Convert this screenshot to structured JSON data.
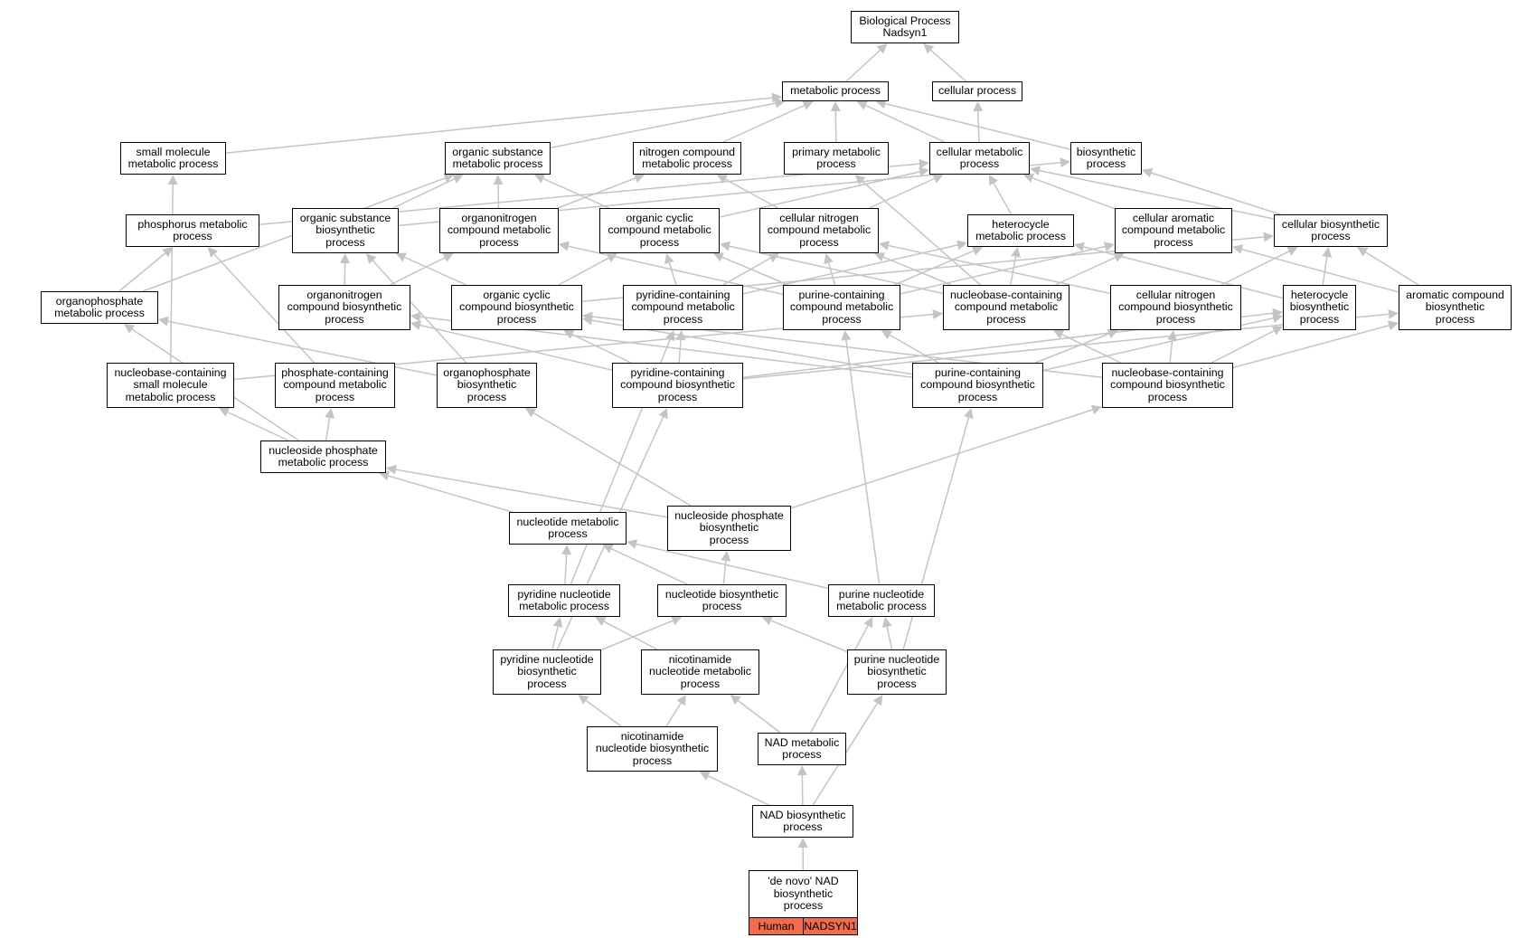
{
  "diagram": {
    "edge_color": "#c4c4c4",
    "node_border_color": "#000000",
    "badge_color": "#f26b4d",
    "nodes": [
      {
        "id": "root",
        "label": "Biological Process\nNadsyn1"
      },
      {
        "id": "metabolic",
        "label": "metabolic process"
      },
      {
        "id": "cellular",
        "label": "cellular process"
      },
      {
        "id": "small_mol",
        "label": "small molecule\nmetabolic process"
      },
      {
        "id": "org_sub_met",
        "label": "organic substance\nmetabolic process"
      },
      {
        "id": "nitrogen_cmp",
        "label": "nitrogen compound\nmetabolic process"
      },
      {
        "id": "primary_met",
        "label": "primary metabolic\nprocess"
      },
      {
        "id": "cell_met",
        "label": "cellular metabolic\nprocess"
      },
      {
        "id": "biosynthetic",
        "label": "biosynthetic\nprocess"
      },
      {
        "id": "phosphorus_met",
        "label": "phosphorus metabolic\nprocess"
      },
      {
        "id": "org_sub_bio",
        "label": "organic substance\nbiosynthetic\nprocess"
      },
      {
        "id": "organonitrogen_met",
        "label": "organonitrogen\ncompound metabolic\nprocess"
      },
      {
        "id": "org_cyclic_met",
        "label": "organic cyclic\ncompound metabolic\nprocess"
      },
      {
        "id": "cell_nitrogen_met",
        "label": "cellular nitrogen\ncompound metabolic\nprocess"
      },
      {
        "id": "heterocycle_met",
        "label": "heterocycle\nmetabolic process"
      },
      {
        "id": "cell_aromatic_met",
        "label": "cellular aromatic\ncompound metabolic\nprocess"
      },
      {
        "id": "cell_bio",
        "label": "cellular biosynthetic\nprocess"
      },
      {
        "id": "organophosphate_met",
        "label": "organophosphate\nmetabolic process"
      },
      {
        "id": "organonitrogen_bio",
        "label": "organonitrogen\ncompound biosynthetic\nprocess"
      },
      {
        "id": "org_cyclic_bio",
        "label": "organic cyclic\ncompound biosynthetic\nprocess"
      },
      {
        "id": "pyridine_cont_met",
        "label": "pyridine-containing\ncompound metabolic\nprocess"
      },
      {
        "id": "purine_cont_met",
        "label": "purine-containing\ncompound metabolic\nprocess"
      },
      {
        "id": "nucleobase_cont_met",
        "label": "nucleobase-containing\ncompound metabolic\nprocess"
      },
      {
        "id": "cell_nitrogen_bio",
        "label": "cellular nitrogen\ncompound biosynthetic\nprocess"
      },
      {
        "id": "heterocycle_bio",
        "label": "heterocycle\nbiosynthetic\nprocess"
      },
      {
        "id": "aromatic_bio",
        "label": "aromatic compound\nbiosynthetic\nprocess"
      },
      {
        "id": "nucleobase_small",
        "label": "nucleobase-containing\nsmall molecule\nmetabolic process"
      },
      {
        "id": "phosphate_cont_met",
        "label": "phosphate-containing\ncompound metabolic\nprocess"
      },
      {
        "id": "organophosphate_bio",
        "label": "organophosphate\nbiosynthetic\nprocess"
      },
      {
        "id": "pyridine_cont_bio",
        "label": "pyridine-containing\ncompound biosynthetic\nprocess"
      },
      {
        "id": "purine_cont_bio",
        "label": "purine-containing\ncompound biosynthetic\nprocess"
      },
      {
        "id": "nucleobase_cont_bio",
        "label": "nucleobase-containing\ncompound biosynthetic\nprocess"
      },
      {
        "id": "nucleoside_phos_met",
        "label": "nucleoside phosphate\nmetabolic process"
      },
      {
        "id": "nucleotide_met",
        "label": "nucleotide metabolic\nprocess"
      },
      {
        "id": "nucleoside_phos_bio",
        "label": "nucleoside phosphate\nbiosynthetic\nprocess"
      },
      {
        "id": "pyridine_nuc_met",
        "label": "pyridine nucleotide\nmetabolic process"
      },
      {
        "id": "nucleotide_bio",
        "label": "nucleotide biosynthetic\nprocess"
      },
      {
        "id": "purine_nuc_met",
        "label": "purine nucleotide\nmetabolic process"
      },
      {
        "id": "pyridine_nuc_bio",
        "label": "pyridine nucleotide\nbiosynthetic\nprocess"
      },
      {
        "id": "nicotinamide_met",
        "label": "nicotinamide\nnucleotide metabolic\nprocess"
      },
      {
        "id": "purine_nuc_bio",
        "label": "purine nucleotide\nbiosynthetic\nprocess"
      },
      {
        "id": "nicotinamide_bio",
        "label": "nicotinamide\nnucleotide biosynthetic\nprocess"
      },
      {
        "id": "nad_met",
        "label": "NAD metabolic\nprocess"
      },
      {
        "id": "nad_bio",
        "label": "NAD biosynthetic\nprocess"
      },
      {
        "id": "denovo",
        "label": "'de novo' NAD\nbiosynthetic\nprocess",
        "badges": [
          "Human",
          "NADSYN1"
        ]
      }
    ],
    "edges": [
      [
        "metabolic",
        "root"
      ],
      [
        "cellular",
        "root"
      ],
      [
        "small_mol",
        "metabolic"
      ],
      [
        "org_sub_met",
        "metabolic"
      ],
      [
        "nitrogen_cmp",
        "metabolic"
      ],
      [
        "primary_met",
        "metabolic"
      ],
      [
        "cell_met",
        "metabolic"
      ],
      [
        "biosynthetic",
        "metabolic"
      ],
      [
        "cell_met",
        "cellular"
      ],
      [
        "phosphorus_met",
        "cell_met"
      ],
      [
        "org_sub_bio",
        "org_sub_met"
      ],
      [
        "org_sub_bio",
        "biosynthetic"
      ],
      [
        "organonitrogen_met",
        "org_sub_met"
      ],
      [
        "organonitrogen_met",
        "nitrogen_cmp"
      ],
      [
        "org_cyclic_met",
        "org_sub_met"
      ],
      [
        "org_cyclic_met",
        "cell_met"
      ],
      [
        "cell_nitrogen_met",
        "nitrogen_cmp"
      ],
      [
        "cell_nitrogen_met",
        "cell_met"
      ],
      [
        "heterocycle_met",
        "cell_met"
      ],
      [
        "cell_aromatic_met",
        "cell_met"
      ],
      [
        "cell_bio",
        "cell_met"
      ],
      [
        "cell_bio",
        "biosynthetic"
      ],
      [
        "organophosphate_met",
        "phosphorus_met"
      ],
      [
        "organophosphate_met",
        "org_sub_met"
      ],
      [
        "organonitrogen_bio",
        "org_sub_bio"
      ],
      [
        "organonitrogen_bio",
        "organonitrogen_met"
      ],
      [
        "org_cyclic_bio",
        "org_sub_bio"
      ],
      [
        "org_cyclic_bio",
        "org_cyclic_met"
      ],
      [
        "org_cyclic_bio",
        "cell_bio"
      ],
      [
        "pyridine_cont_met",
        "org_cyclic_met"
      ],
      [
        "pyridine_cont_met",
        "cell_nitrogen_met"
      ],
      [
        "pyridine_cont_met",
        "heterocycle_met"
      ],
      [
        "purine_cont_met",
        "organonitrogen_met"
      ],
      [
        "purine_cont_met",
        "org_cyclic_met"
      ],
      [
        "purine_cont_met",
        "cell_nitrogen_met"
      ],
      [
        "purine_cont_met",
        "heterocycle_met"
      ],
      [
        "purine_cont_met",
        "cell_aromatic_met"
      ],
      [
        "nucleobase_cont_met",
        "org_cyclic_met"
      ],
      [
        "nucleobase_cont_met",
        "cell_nitrogen_met"
      ],
      [
        "nucleobase_cont_met",
        "heterocycle_met"
      ],
      [
        "nucleobase_cont_met",
        "cell_aromatic_met"
      ],
      [
        "nucleobase_cont_met",
        "primary_met"
      ],
      [
        "cell_nitrogen_bio",
        "cell_nitrogen_met"
      ],
      [
        "cell_nitrogen_bio",
        "cell_bio"
      ],
      [
        "heterocycle_bio",
        "heterocycle_met"
      ],
      [
        "heterocycle_bio",
        "cell_bio"
      ],
      [
        "aromatic_bio",
        "cell_aromatic_met"
      ],
      [
        "aromatic_bio",
        "cell_bio"
      ],
      [
        "nucleobase_small",
        "small_mol"
      ],
      [
        "nucleobase_small",
        "nucleobase_cont_met"
      ],
      [
        "phosphate_cont_met",
        "phosphorus_met"
      ],
      [
        "organophosphate_bio",
        "org_sub_bio"
      ],
      [
        "organophosphate_bio",
        "organophosphate_met"
      ],
      [
        "pyridine_cont_bio",
        "pyridine_cont_met"
      ],
      [
        "pyridine_cont_bio",
        "org_cyclic_bio"
      ],
      [
        "pyridine_cont_bio",
        "heterocycle_bio"
      ],
      [
        "pyridine_cont_bio",
        "aromatic_bio"
      ],
      [
        "pyridine_cont_bio",
        "organonitrogen_bio"
      ],
      [
        "purine_cont_bio",
        "purine_cont_met"
      ],
      [
        "purine_cont_bio",
        "org_cyclic_bio"
      ],
      [
        "purine_cont_bio",
        "organonitrogen_bio"
      ],
      [
        "purine_cont_bio",
        "heterocycle_bio"
      ],
      [
        "purine_cont_bio",
        "cell_nitrogen_bio"
      ],
      [
        "nucleobase_cont_bio",
        "nucleobase_cont_met"
      ],
      [
        "nucleobase_cont_bio",
        "cell_nitrogen_bio"
      ],
      [
        "nucleobase_cont_bio",
        "heterocycle_bio"
      ],
      [
        "nucleobase_cont_bio",
        "aromatic_bio"
      ],
      [
        "nucleobase_cont_bio",
        "org_cyclic_bio"
      ],
      [
        "nucleoside_phos_met",
        "nucleobase_small"
      ],
      [
        "nucleoside_phos_met",
        "phosphate_cont_met"
      ],
      [
        "nucleoside_phos_met",
        "organophosphate_met"
      ],
      [
        "nucleotide_met",
        "nucleoside_phos_met"
      ],
      [
        "nucleoside_phos_bio",
        "nucleoside_phos_met"
      ],
      [
        "nucleoside_phos_bio",
        "organophosphate_bio"
      ],
      [
        "nucleoside_phos_bio",
        "nucleobase_cont_bio"
      ],
      [
        "pyridine_nuc_met",
        "nucleotide_met"
      ],
      [
        "pyridine_nuc_met",
        "pyridine_cont_met"
      ],
      [
        "nucleotide_bio",
        "nucleotide_met"
      ],
      [
        "nucleotide_bio",
        "nucleoside_phos_bio"
      ],
      [
        "purine_nuc_met",
        "nucleotide_met"
      ],
      [
        "purine_nuc_met",
        "purine_cont_met"
      ],
      [
        "pyridine_nuc_bio",
        "pyridine_nuc_met"
      ],
      [
        "pyridine_nuc_bio",
        "nucleotide_bio"
      ],
      [
        "pyridine_nuc_bio",
        "pyridine_cont_bio"
      ],
      [
        "nicotinamide_met",
        "pyridine_nuc_met"
      ],
      [
        "purine_nuc_bio",
        "nucleotide_bio"
      ],
      [
        "purine_nuc_bio",
        "purine_nuc_met"
      ],
      [
        "purine_nuc_bio",
        "purine_cont_bio"
      ],
      [
        "nicotinamide_bio",
        "pyridine_nuc_bio"
      ],
      [
        "nicotinamide_bio",
        "nicotinamide_met"
      ],
      [
        "nad_met",
        "nicotinamide_met"
      ],
      [
        "nad_met",
        "purine_nuc_met"
      ],
      [
        "nad_bio",
        "nad_met"
      ],
      [
        "nad_bio",
        "nicotinamide_bio"
      ],
      [
        "nad_bio",
        "purine_nuc_bio"
      ],
      [
        "denovo",
        "nad_bio"
      ]
    ]
  }
}
